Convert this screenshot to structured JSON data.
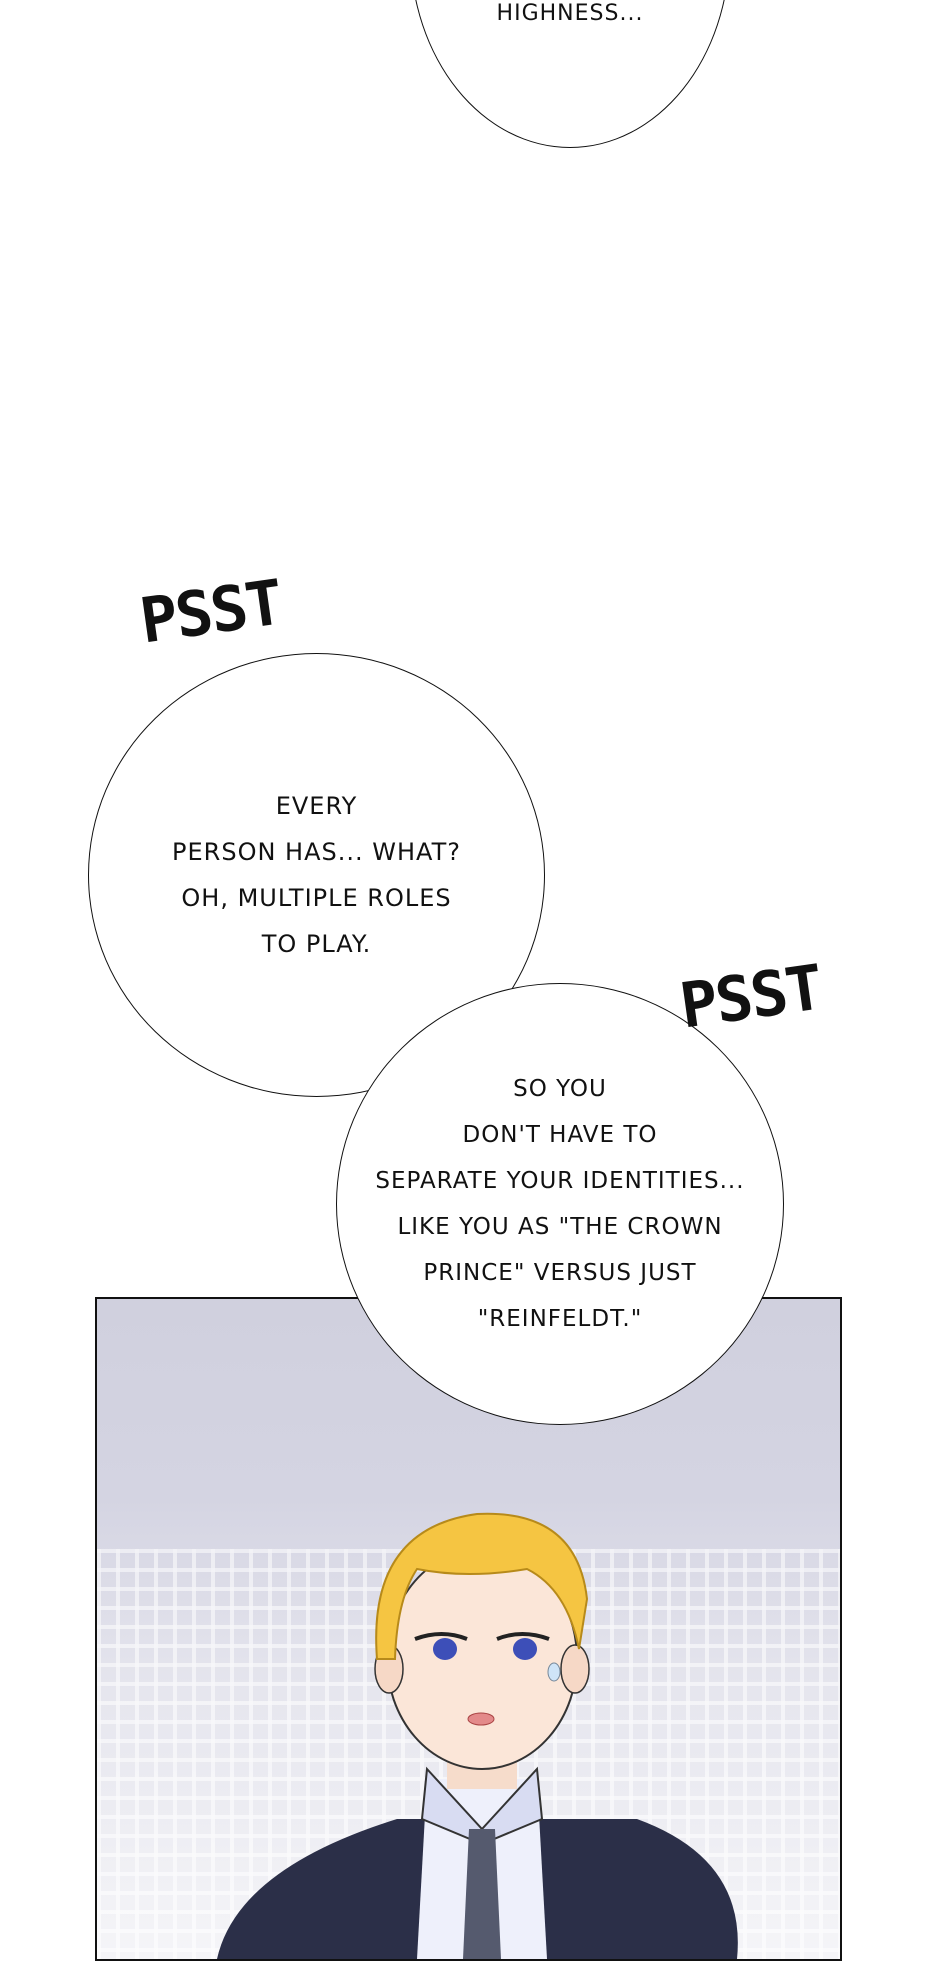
{
  "bubbles": [
    {
      "text": "Highness..."
    },
    {
      "lines": [
        "Every",
        "person has... what?",
        "Oh, multiple roles",
        "to play."
      ]
    },
    {
      "lines": [
        "So you",
        "don't have to",
        "separate your identities...",
        "like you as \"the crown",
        "prince\" versus just",
        "\"Reinfeldt.\""
      ]
    }
  ],
  "sfx": [
    "PSST",
    "PSST"
  ]
}
